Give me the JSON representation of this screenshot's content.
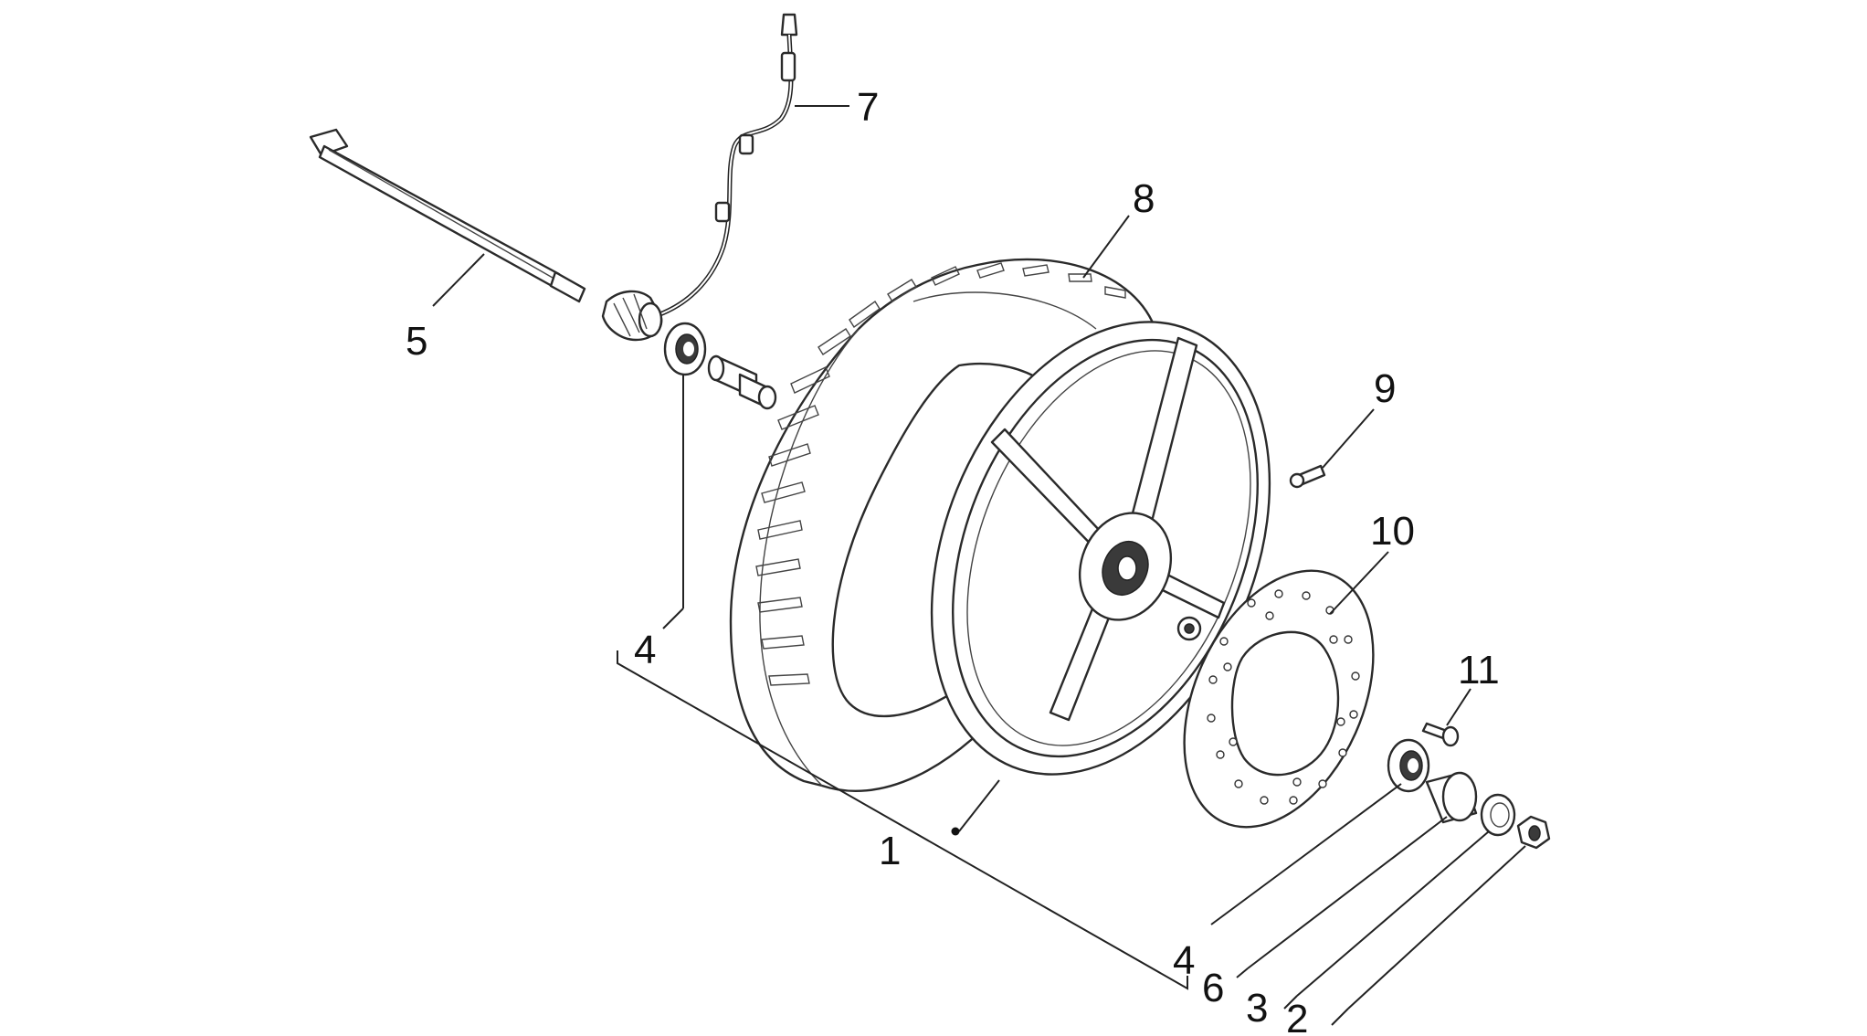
{
  "figure": {
    "colors": {
      "line": "#2a2a2a",
      "background": "#ffffff"
    },
    "callouts": [
      {
        "id": "c1",
        "label": "1"
      },
      {
        "id": "c2",
        "label": "2"
      },
      {
        "id": "c3",
        "label": "3"
      },
      {
        "id": "c4a",
        "label": "4"
      },
      {
        "id": "c4b",
        "label": "4"
      },
      {
        "id": "c5",
        "label": "5"
      },
      {
        "id": "c6",
        "label": "6"
      },
      {
        "id": "c7",
        "label": "7"
      },
      {
        "id": "c8",
        "label": "8"
      },
      {
        "id": "c9",
        "label": "9"
      },
      {
        "id": "c10",
        "label": "10"
      },
      {
        "id": "c11",
        "label": "11"
      }
    ]
  }
}
